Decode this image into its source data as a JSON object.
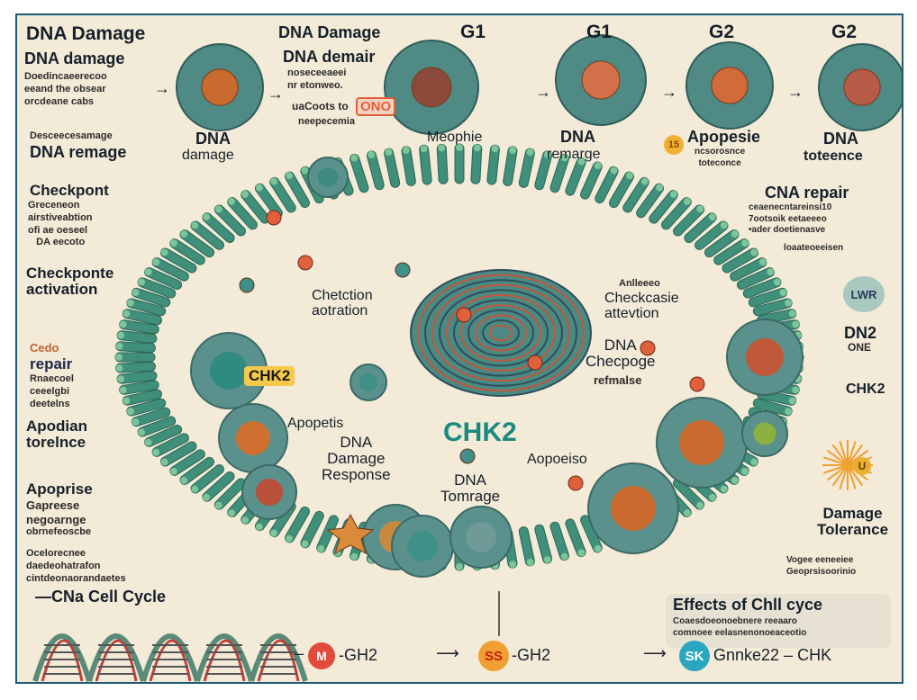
{
  "colors": {
    "frame_border": "#1d5a7a",
    "background": "#f4ead8",
    "membrane_teal": "#3f8f7b",
    "accent_orange": "#e0603c",
    "accent_yellow": "#f7c84a",
    "chk2_teal": "#1a8a80",
    "badge_red": "#e24b3b",
    "badge_orange": "#f0a030",
    "badge_cyan": "#2aa6c0"
  },
  "top_row": {
    "stages": [
      {
        "title": "DNA Damage"
      },
      {
        "title": "DNA Damage"
      },
      {
        "title": "G1"
      },
      {
        "title": "G1"
      },
      {
        "title": "G2"
      },
      {
        "title": "G2"
      }
    ],
    "arrow_symbol": "→",
    "captions": [
      {
        "label": "DNA",
        "sub": "damage"
      },
      {
        "label": "Meophie"
      },
      {
        "label": "DNA",
        "sub": "remarge"
      },
      {
        "label": "Apopesie",
        "sub": "ncsorosnce\ntoteconce"
      },
      {
        "label": "DNA",
        "sub": "toteence"
      }
    ],
    "badge_15": "15"
  },
  "left_panel": {
    "blocks": [
      {
        "title": "DNA damage",
        "body": "Doedincaeerecoo\neeand the obsear\norcdeane cabs"
      },
      {
        "title": "DNA remage",
        "kicker": "Desceecesamage"
      },
      {
        "title": "Checkpont",
        "body": "Greceneon\nairstiveabtion\nofi ae oeseel\n   DA eecoto"
      },
      {
        "title": "Checkponte\nactivation"
      },
      {
        "title": "repair",
        "kicker": "Cedo",
        "body": "Rnaecoel\nceeelgbi\ndeetelns"
      },
      {
        "title": "Apodian\ntorelnce"
      },
      {
        "title": "Apoprise",
        "body_bold": "Gapreese\nnegoarnge",
        "body": "obrnefeoscbe"
      },
      {
        "body": "Ocelorecnee\ndaedeohatrafon\ncintdeonaorandaetes"
      },
      {
        "title": "—CNa Cell Cycle"
      }
    ]
  },
  "top_mid_text": {
    "title": "DNA demair",
    "body": "noseceeaeei\nnr etonweo.",
    "prefix": "uaCoots to",
    "chip": "ONO",
    "line3": "neepecemia"
  },
  "center": {
    "labels": [
      {
        "id": "chetction",
        "text": "Chetction\naotration"
      },
      {
        "id": "checkcase",
        "kicker": "Anlleeeo",
        "text": "Checkcasie\nattevtion"
      },
      {
        "id": "dna-checpoge",
        "text": "DNA\nChecpoge",
        "sub": "refmalse"
      },
      {
        "id": "apopotis",
        "text": "Apopetis"
      },
      {
        "id": "dna-damage-response",
        "text": "DNA\nDamage\nResponse"
      },
      {
        "id": "aopoeiso",
        "text": "Aopoeiso"
      },
      {
        "id": "dna-tomrage",
        "text": "DNA\nTomrage"
      }
    ],
    "chk2_pill": "CHK2",
    "chk2_main": "CHK2"
  },
  "right_panel": {
    "cna_repair": {
      "title": "CNA repair",
      "body": "ceaenecntareinsi10\n7ootsoik eetaeeeo\n•ader doetienasve",
      "sub": "loaateoeeisen"
    },
    "lwr_badge": "LWR",
    "dn2": {
      "title": "DN2",
      "sub": "ONE"
    },
    "chk2_side": "CHK2",
    "u_badge": "U",
    "damage_tolerance": {
      "title": "Damage\nTolerance",
      "body": "Vogee eeneeiee\nGeoprsisoorinio"
    }
  },
  "effects_box": {
    "title": "Effects of Chll cyce",
    "body": "Coaesdoeonoebnere reeaaro\ncomnoee eelasnenonoeaceotio"
  },
  "bottom_row": {
    "items": [
      {
        "badge": "M",
        "label": "-GH2"
      },
      {
        "badge": "SS",
        "label": "-GH2"
      },
      {
        "badge": "SK",
        "label": "Gnnke22 – CHK"
      }
    ],
    "arrow_symbol": "⟶",
    "dash": "–"
  }
}
